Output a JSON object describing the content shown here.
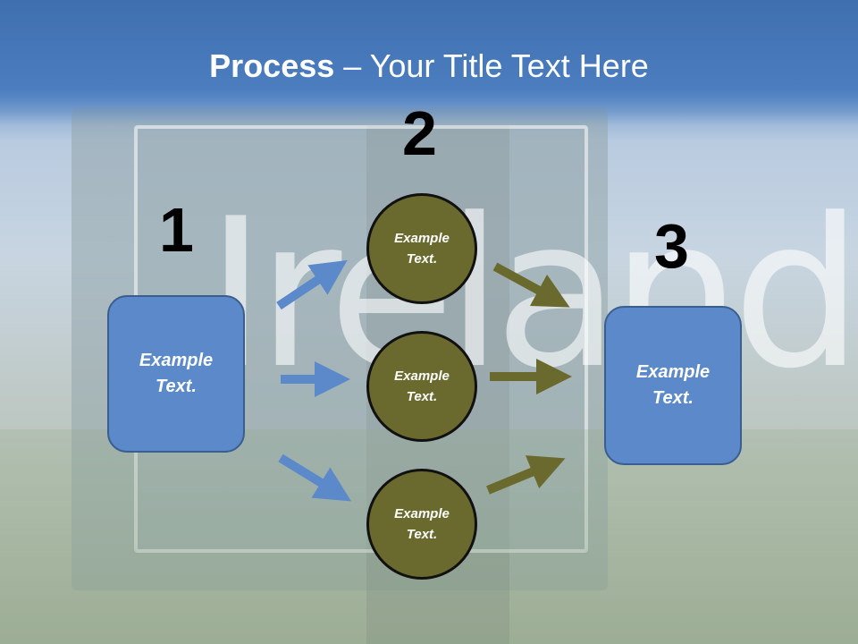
{
  "title": {
    "bold": "Process",
    "rest": " – Your Title Text Here"
  },
  "background_word": "Ireland",
  "steps": {
    "one": {
      "number": "1",
      "text": "Example\nText."
    },
    "two": {
      "number": "2"
    },
    "three": {
      "number": "3",
      "text": "Example\nText."
    }
  },
  "circles": [
    {
      "text": "Example\nText."
    },
    {
      "text": "Example\nText."
    },
    {
      "text": "Example\nText."
    }
  ],
  "colors": {
    "title_band": "#4b7dbf",
    "box": "#5b89c9",
    "circle": "#6b6a2e",
    "blue_arrow": "#5b89c9",
    "olive_arrow": "#6b6a2e"
  }
}
